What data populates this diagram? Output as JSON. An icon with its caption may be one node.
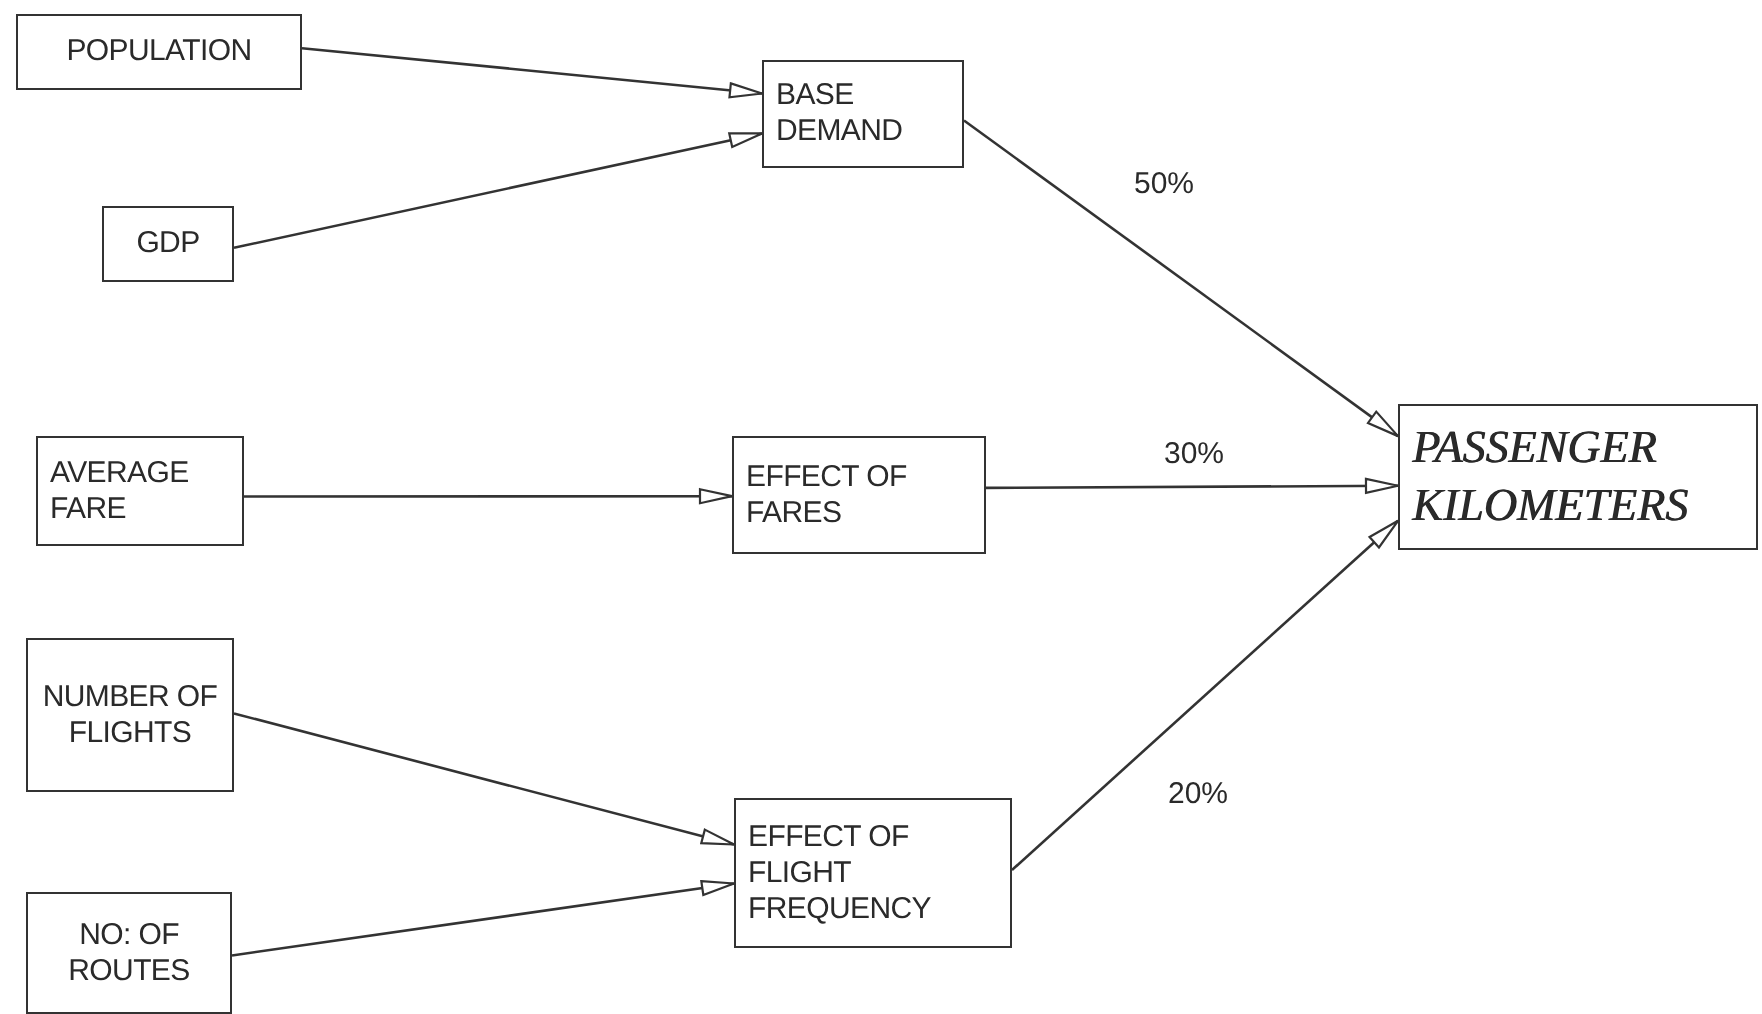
{
  "diagram": {
    "nodes": [
      {
        "text": [
          "POPULATION"
        ]
      },
      {
        "text": [
          "GDP"
        ]
      },
      {
        "text": [
          "BASE DEMAND"
        ]
      },
      {
        "text": [
          "AVERAGE FARE"
        ]
      },
      {
        "text": [
          "EFFECT OF FARES"
        ]
      },
      {
        "text": [
          "PASSENGER KILOMETERS"
        ]
      },
      {
        "text": [
          "NUMBER OF FLIGHTS"
        ]
      },
      {
        "text": [
          "EFFECT OF FLIGHT FREQUENCY"
        ]
      },
      {
        "text": [
          "NO: OF ROUTES"
        ]
      }
    ],
    "edges": [
      {
        "from": 0,
        "to": 2,
        "arrow": "to"
      },
      {
        "from": 1,
        "to": 2,
        "arrow": "to"
      },
      {
        "from": 3,
        "to": 4,
        "arrow": "to"
      },
      {
        "from": 6,
        "to": 7,
        "arrow": "to"
      },
      {
        "from": 8,
        "to": 7,
        "arrow": "to"
      },
      {
        "from": 2,
        "to": 5,
        "arrow": "to",
        "label": "50%"
      },
      {
        "from": 4,
        "to": 5,
        "arrow": "to",
        "label": "30%"
      },
      {
        "from": 7,
        "to": 5,
        "arrow": "to",
        "label": "20%"
      }
    ]
  }
}
